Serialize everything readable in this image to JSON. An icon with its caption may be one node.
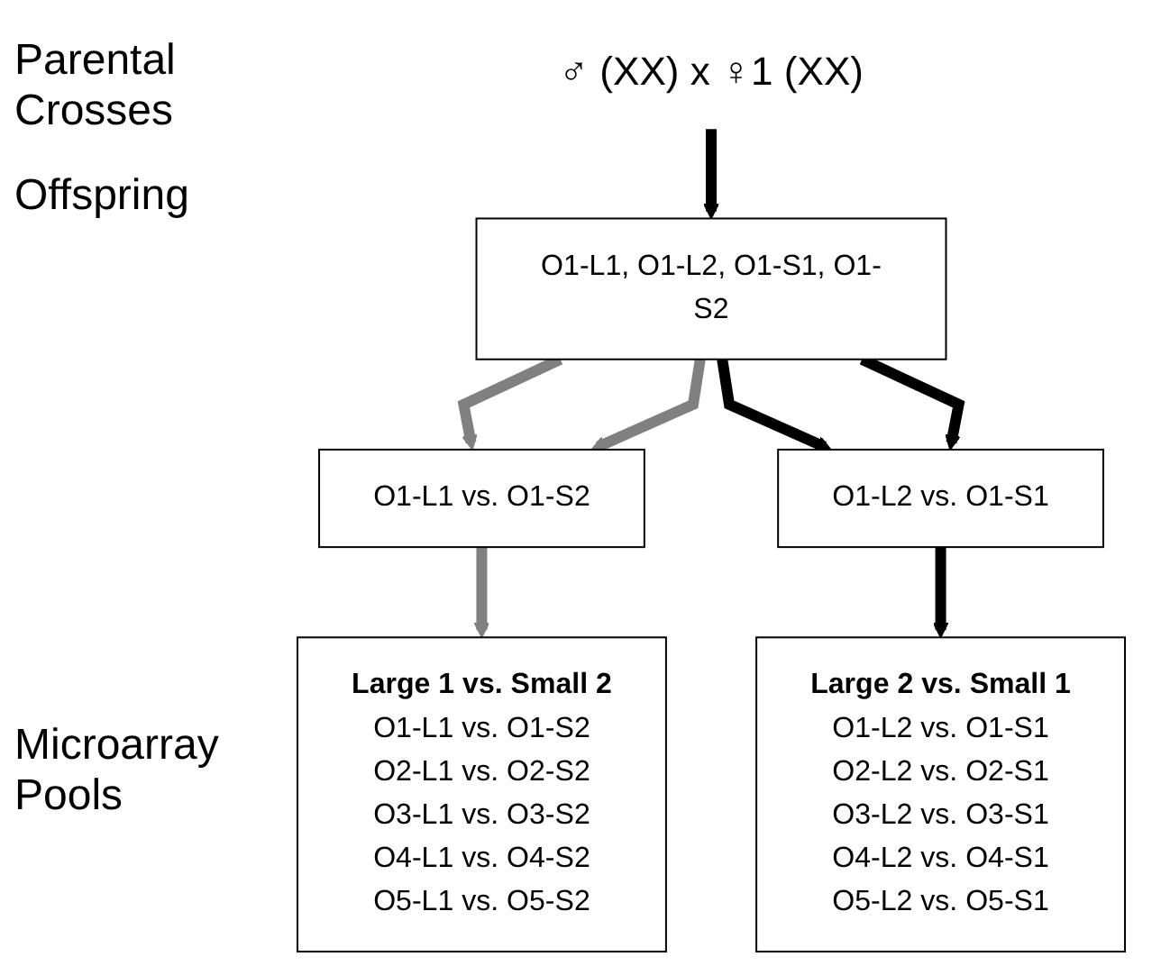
{
  "diagram": {
    "nodes": [
      {
        "text": [
          "♂ (XX) x ♀1 (XX)"
        ]
      },
      {
        "text": [
          "O1-L1, O1-L2, O1-S1, O1-S2"
        ]
      },
      {
        "text": [
          "O1-L1 vs. O1-S2"
        ]
      },
      {
        "text": [
          "O1-L2 vs. O1-S1"
        ]
      },
      {
        "text": [
          "Large 1 vs. Small 2",
          "O1-L1 vs. O1-S2",
          "O2-L1 vs. O2-S2",
          "O3-L1 vs. O3-S2",
          "O4-L1 vs. O4-S2",
          "O5-L1 vs. O5-S2"
        ]
      },
      {
        "text": [
          "Large 2 vs. Small 1",
          "O1-L2 vs. O1-S1",
          "O2-L2 vs. O2-S1",
          "O3-L2 vs. O3-S1",
          "O4-L2 vs. O4-S1",
          "O5-L2 vs. O5-S1"
        ]
      }
    ],
    "edges": [
      {
        "from": 0,
        "to": 1,
        "arrow": "to"
      },
      {
        "from": 1,
        "to": 2,
        "arrow": "to",
        "color": "#808080"
      },
      {
        "from": 1,
        "to": 2,
        "arrow": "to",
        "color": "#808080"
      },
      {
        "from": 1,
        "to": 3,
        "arrow": "to"
      },
      {
        "from": 1,
        "to": 3,
        "arrow": "to"
      },
      {
        "from": 2,
        "to": 4,
        "arrow": "to",
        "color": "#808080"
      },
      {
        "from": 3,
        "to": 5,
        "arrow": "to"
      }
    ],
    "labels": [
      "Parental Crosses",
      "Offspring",
      "Microarray Pools"
    ]
  }
}
